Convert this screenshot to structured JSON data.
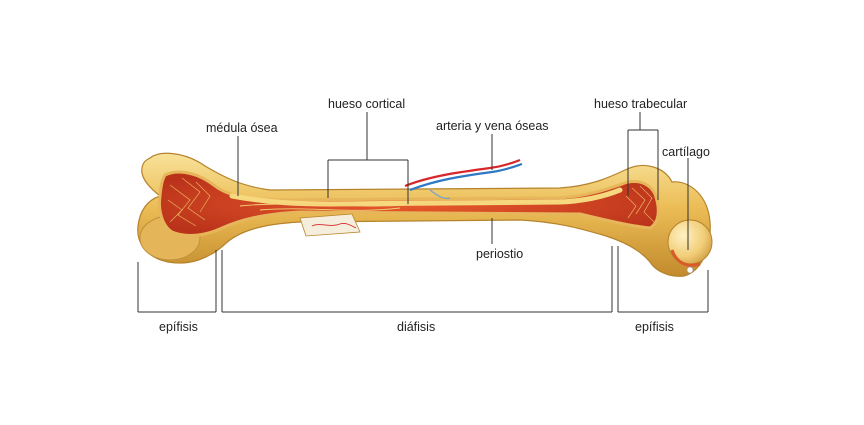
{
  "labels": {
    "medula_osea": "médula ósea",
    "hueso_cortical": "hueso cortical",
    "arteria_vena": "arteria y vena óseas",
    "hueso_trabecular": "hueso trabecular",
    "cartilago": "cartílago",
    "periostio": "periostio",
    "epifisis_left": "epífisis",
    "diafisis": "diáfisis",
    "epifisis_right": "epífisis"
  },
  "colors": {
    "bone": "#e9b84f",
    "bone_light": "#f6dc8e",
    "bone_shadow": "#c8912f",
    "marrow": "#d9421f",
    "marrow_dark": "#b82f14",
    "artery": "#d8262a",
    "vein": "#2f78c4",
    "leader": "#333333"
  }
}
